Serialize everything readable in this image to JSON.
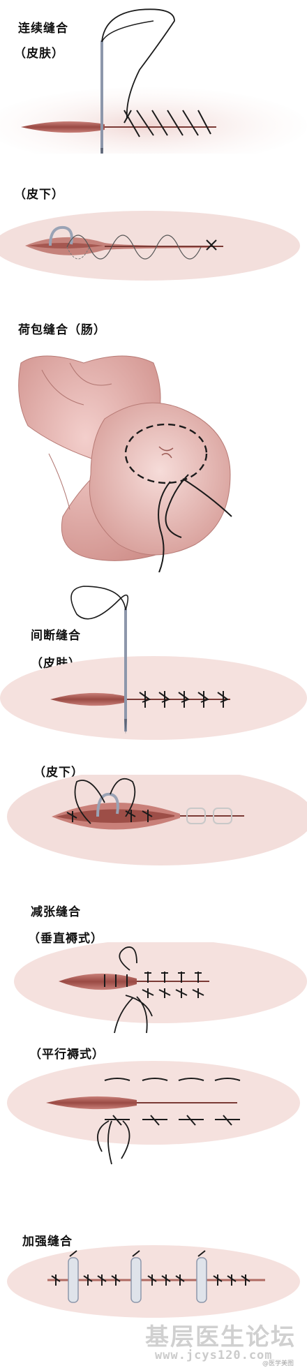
{
  "sections": {
    "continuous": {
      "title": "连续缝合",
      "sub_skin": "（皮肤）",
      "sub_subcut": "（皮下）"
    },
    "purse": {
      "title": "荷包缝合（肠）"
    },
    "interrupted": {
      "title": "间断缝合",
      "sub_skin": "（皮肤）",
      "sub_subcut": "（皮下）"
    },
    "tension": {
      "title": "减张缝合",
      "sub_vertical": "（垂直褥式）",
      "sub_horizontal": "（平行褥式）"
    },
    "reinforce": {
      "title": "加强缝合"
    }
  },
  "watermark": {
    "text": "基层医生论坛",
    "url": "www.jcys120.com",
    "credit": "@医学美图"
  },
  "colors": {
    "skin": "#f1d9d6",
    "wound": "#b86a62",
    "wound_dark": "#8a3f3a",
    "thread": "#1a1a1a",
    "needle": "#9aa3b5",
    "intestine": "#e9b9b6"
  }
}
